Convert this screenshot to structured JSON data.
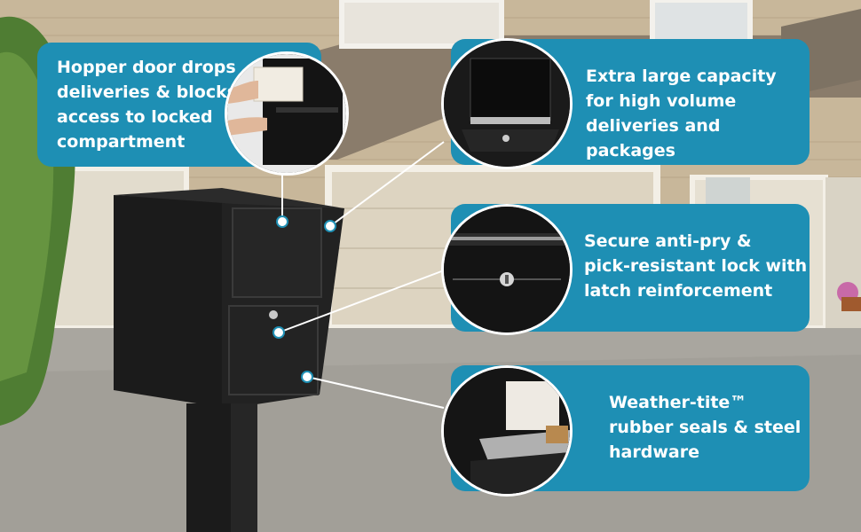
{
  "callouts": [
    {
      "lines": [
        "Hopper door drops",
        "deliveries & blocks",
        "access to locked",
        "compartment"
      ]
    },
    {
      "lines": [
        "Extra large capacity",
        "for high volume",
        "deliveries and packages"
      ]
    },
    {
      "lines": [
        "Secure anti-pry &",
        "pick-resistant lock with",
        "latch reinforcement"
      ]
    },
    {
      "lines": [
        "Weather-tite™",
        "rubber seals & steel",
        "hardware"
      ]
    }
  ],
  "colors": {
    "callout_bg": "#1e8fb4",
    "mailbox": "#1b1b1b",
    "driveway": "#a9a69f",
    "house_siding": "#c8b79a"
  }
}
